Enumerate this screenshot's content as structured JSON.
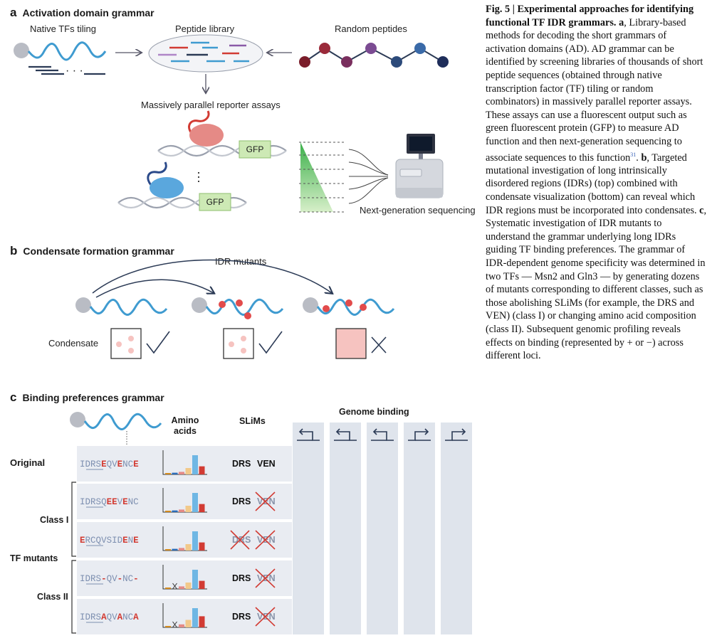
{
  "panel_a": {
    "letter": "a",
    "title": "Activation domain grammar",
    "native_tiling": "Native TFs tiling",
    "peptide_library": "Peptide library",
    "random_peptides": "Random peptides",
    "mpra": "Massively parallel reporter assays",
    "gfp": "GFP",
    "ngs": "Next-generation sequencing"
  },
  "panel_b": {
    "letter": "b",
    "title": "Condensate formation grammar",
    "idr_mutants": "IDR mutants",
    "condensate": "Condensate"
  },
  "panel_c": {
    "letter": "c",
    "title": "Binding preferences grammar",
    "amino_acids_1": "Amino",
    "amino_acids_2": "acids",
    "slims": "SLiMs",
    "genome_binding": "Genome binding",
    "original": "Original",
    "class1": "Class I",
    "class2": "Class II",
    "tf_mutants": "TF mutants",
    "rows": [
      {
        "seq": [
          "I",
          "D",
          "R",
          "S",
          "E",
          "Q",
          "V",
          "E",
          "N",
          "C",
          "E"
        ],
        "red": [
          4,
          7,
          10
        ],
        "drs": "DRS",
        "drs_crossed": false,
        "ven": "VEN",
        "ven_crossed": false,
        "binding": [
          "++",
          "+",
          "++",
          "–",
          "–"
        ],
        "bars": [
          0.05,
          0.08,
          0.12,
          0.3,
          0.9,
          0.38
        ]
      },
      {
        "seq": [
          "I",
          "D",
          "R",
          "S",
          "Q",
          "E",
          "E",
          "V",
          "E",
          "N",
          "C"
        ],
        "red": [
          5,
          6,
          8
        ],
        "drs": "DRS",
        "drs_crossed": false,
        "ven": "VEN",
        "ven_crossed": true,
        "binding": [
          "++",
          "–",
          "++",
          "–",
          "–"
        ],
        "bars": [
          0.05,
          0.08,
          0.12,
          0.3,
          0.9,
          0.38
        ]
      },
      {
        "seq": [
          "E",
          "R",
          "C",
          "Q",
          "V",
          "S",
          "I",
          "D",
          "E",
          "N",
          "E"
        ],
        "red": [
          0,
          8,
          10
        ],
        "drs": "DRS",
        "drs_crossed": true,
        "ven": "VEN",
        "ven_crossed": true,
        "binding": [
          "+",
          "–",
          "++",
          "–",
          "–"
        ],
        "bars": [
          0.05,
          0.08,
          0.12,
          0.3,
          0.9,
          0.38
        ]
      },
      {
        "seq": [
          "I",
          "D",
          "R",
          "S",
          "-",
          "Q",
          "V",
          "-",
          "N",
          "C",
          "-"
        ],
        "red": [
          4,
          7,
          10
        ],
        "drs": "DRS",
        "drs_crossed": false,
        "ven": "VEN",
        "ven_crossed": true,
        "binding": [
          "+",
          "–",
          "+",
          "–",
          "+"
        ],
        "bars": [
          0.05,
          0,
          0.12,
          0.3,
          0.9,
          0.38
        ]
      },
      {
        "seq": [
          "I",
          "D",
          "R",
          "S",
          "A",
          "Q",
          "V",
          "A",
          "N",
          "C",
          "A"
        ],
        "red": [
          4,
          7,
          10
        ],
        "drs": "DRS",
        "drs_crossed": false,
        "ven": "VEN",
        "ven_crossed": true,
        "binding": [
          "+",
          "–",
          "+",
          "–",
          "+"
        ],
        "bars": [
          0.05,
          0,
          0.14,
          0.35,
          0.9,
          0.52
        ]
      }
    ]
  },
  "caption": {
    "fig": "Fig. 5 | Experimental approaches for identifying functional TF IDR grammars.",
    "a_letter": "a",
    "a_text": ", Library-based methods for decoding the short grammars of activation domains (AD). AD grammar can be identified by screening libraries of thousands of short peptide sequences (obtained through native transcription factor (TF) tiling or random combinators) in massively parallel reporter assays. These assays can use a fluorescent output such as green fluorescent protein (GFP) to measure AD function and then next-generation sequencing to associate sequences to this function",
    "ref": "31",
    "b_letter": "b",
    "b_text": ", Targeted mutational investigation of long intrinsically disordered regions (IDRs) (top) combined with condensate visualization (bottom) can reveal which IDR regions must be incorporated into condensates.",
    "c_letter": "c",
    "c_text": ", Systematic investigation of IDR mutants to understand the grammar underlying long IDRs guiding TF binding preferences. The grammar of IDR-dependent genome specificity was determined in two TFs — Msn2 and Gln3 — by generating dozens of mutants corresponding to different classes, such as those abolishing SLiMs (for example, the DRS and VEN) (class I) or changing amino acid composition (class II). Subsequent genomic profiling reveals effects on binding (represented by + or −) across different loci."
  },
  "colors": {
    "idr_blue": "#3f9bd0",
    "gray_bead": "#b9bcc4",
    "red_dot": "#e24b4b",
    "pink": "#f6c3c0",
    "gfp_green": "#cde9b5",
    "panel_row": "#e9ecf2",
    "seq_blue": "#7d8fb0",
    "seq_red": "#d23b33"
  }
}
